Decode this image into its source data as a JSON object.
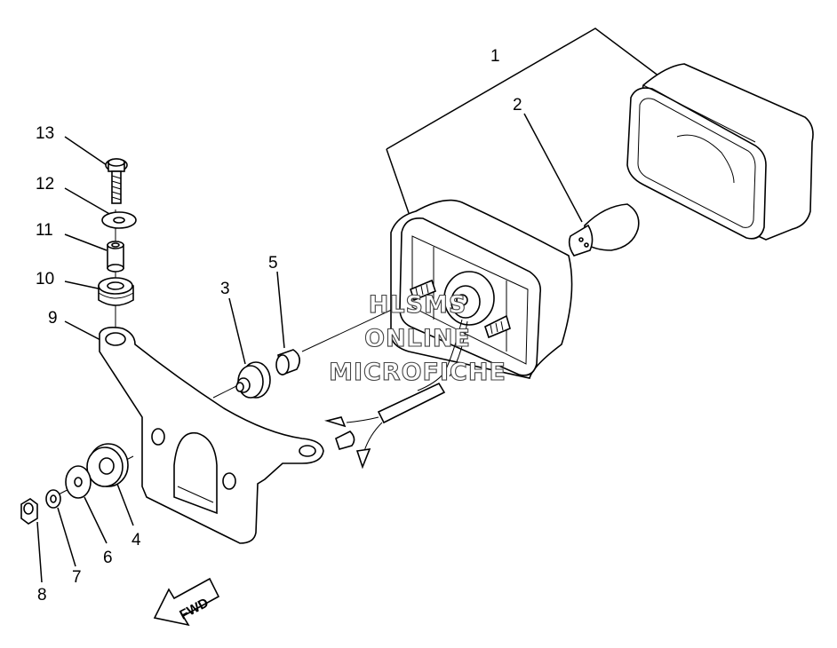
{
  "callouts": [
    {
      "id": "1",
      "label": "1"
    },
    {
      "id": "2",
      "label": "2"
    },
    {
      "id": "3",
      "label": "3"
    },
    {
      "id": "4",
      "label": "4"
    },
    {
      "id": "5",
      "label": "5"
    },
    {
      "id": "6",
      "label": "6"
    },
    {
      "id": "7",
      "label": "7"
    },
    {
      "id": "8",
      "label": "8"
    },
    {
      "id": "9",
      "label": "9"
    },
    {
      "id": "10",
      "label": "10"
    },
    {
      "id": "11",
      "label": "11"
    },
    {
      "id": "12",
      "label": "12"
    },
    {
      "id": "13",
      "label": "13"
    }
  ],
  "watermark": {
    "line1": "HLSMS",
    "line2": "ONLINE",
    "line3": "MICROFICHE"
  },
  "direction_arrow": {
    "label": "FWD"
  }
}
